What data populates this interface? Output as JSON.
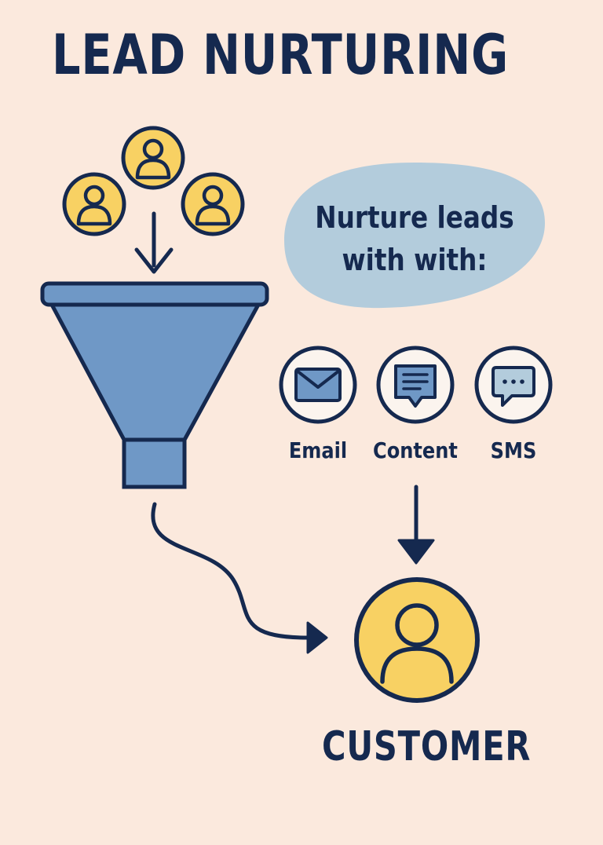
{
  "title": "LEAD NURTURING",
  "bubble": {
    "line1": "Nurture leads",
    "line2": "with with:"
  },
  "channels": [
    {
      "label": "Email",
      "icon": "envelope-icon"
    },
    {
      "label": "Content",
      "icon": "document-chat-icon"
    },
    {
      "label": "SMS",
      "icon": "chat-bubble-icon"
    }
  ],
  "customer_label": "CUSTOMER",
  "colors": {
    "background": "#fbe9dd",
    "navy": "#15294f",
    "funnel_blue": "#6f98c6",
    "person_yellow": "#f8d163",
    "bubble_blue": "#b3ccdc",
    "channel_fill": "#fbf4ee"
  }
}
